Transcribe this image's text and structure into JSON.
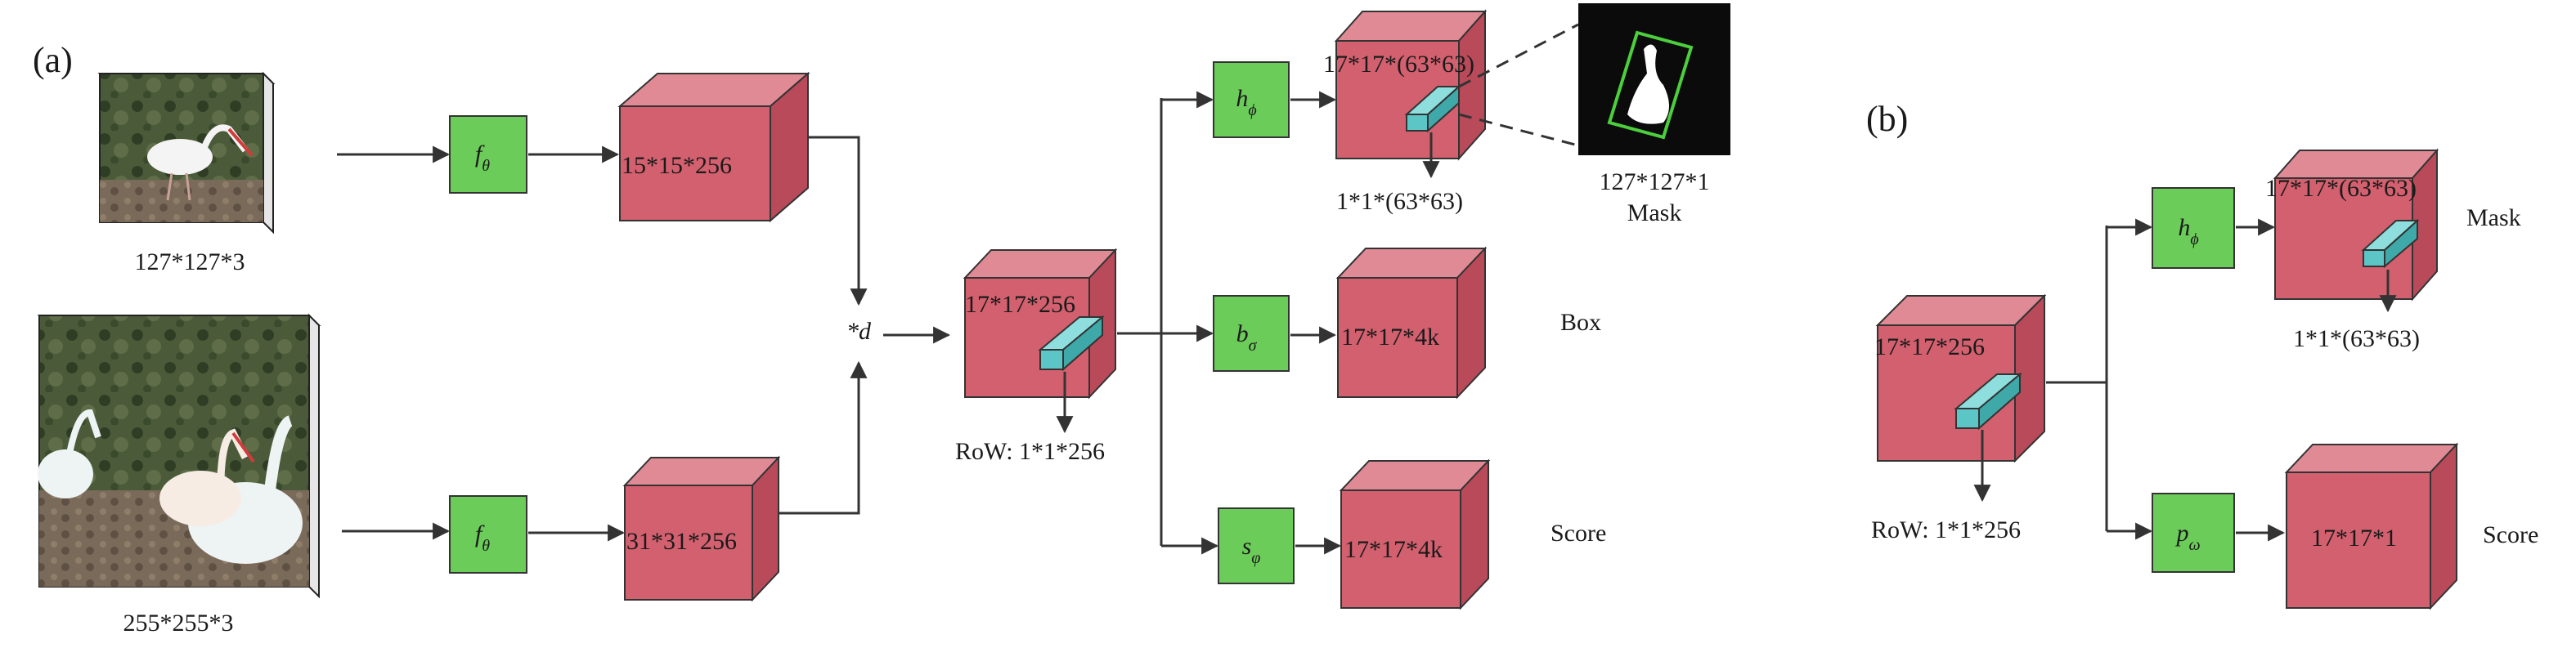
{
  "panel_a": {
    "label": "(a)",
    "inputs": {
      "exemplar_size": "127*127*3",
      "search_size": "255*255*3"
    },
    "embed_fn_top": "f",
    "embed_fn_top_sub": "θ",
    "embed_fn_bottom": "f",
    "embed_fn_bottom_sub": "θ",
    "feat_top": "15*15*256",
    "feat_bottom": "31*31*256",
    "xcorr": "*d",
    "response": "17*17*256",
    "row": "RoW: 1*1*256",
    "head_mask_fn": "h",
    "head_mask_sub": "ϕ",
    "head_box_fn": "b",
    "head_box_sub": "σ",
    "head_score_fn": "s",
    "head_score_sub": "φ",
    "mask_cube": "17*17*(63*63)",
    "mask_vec": "1*1*(63*63)",
    "mask_out_size": "127*127*1",
    "mask_out_label": "Mask",
    "box_cube": "17*17*4k",
    "box_label": "Box",
    "score_cube": "17*17*4k",
    "score_label": "Score"
  },
  "panel_b": {
    "label": "(b)",
    "response": "17*17*256",
    "row": "RoW: 1*1*256",
    "head_mask_fn": "h",
    "head_mask_sub": "ϕ",
    "head_score_fn": "p",
    "head_score_sub": "ω",
    "mask_cube": "17*17*(63*63)",
    "mask_vec": "1*1*(63*63)",
    "mask_label": "Mask",
    "score_cube": "17*17*1",
    "score_label": "Score"
  },
  "colors": {
    "cube_front": "#d2606e",
    "cube_top": "#e08a95",
    "cube_side": "#b84a59",
    "fn_box": "#6ccc5a",
    "roi_bar": "#5cc6c6",
    "arrow": "#333333"
  }
}
